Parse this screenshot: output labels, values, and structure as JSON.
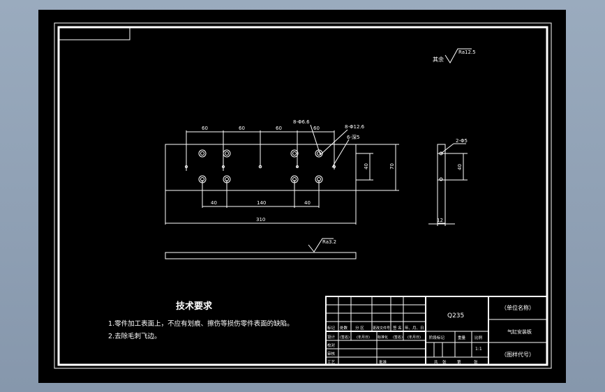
{
  "drawing": {
    "roughness_global": "Ra12.5",
    "roughness_global_prefix": "其余",
    "roughness_surface": "Ra3.2",
    "dims_top": [
      "60",
      "60",
      "60",
      "60"
    ],
    "dims_bottom": [
      "40",
      "140",
      "40"
    ],
    "dim_overall": "310",
    "dim_vertical_inner": "40",
    "dim_vertical_outer": "70",
    "callout_holes_a": "8-Φ6.6",
    "callout_holes_b": "8-Φ12.6",
    "callout_depth": "6-深5",
    "side_callout": "2-Φ5",
    "side_dim_height": "40",
    "side_dim_thickness": "12"
  },
  "notes": {
    "title": "技术要求",
    "items": [
      "1.零件加工表面上，不应有划痕、擦伤等损伤零件表面的缺陷。",
      "2.去除毛刺飞边。"
    ]
  },
  "title_block": {
    "material": "Q235",
    "company": "（单位名称）",
    "part_name": "气缸安装板",
    "drawing_no": "（图样代号）",
    "scale": "1:1",
    "headers": {
      "mark": "标记",
      "count": "处数",
      "zone": "分 区",
      "change_doc": "更改文件号",
      "signature": "签 名",
      "date": "年、月、日",
      "design": "设计",
      "sign1": "(签名)",
      "date1": "(年月日)",
      "standardize": "标准化",
      "sign2": "(签名)",
      "date2": "(年月日)",
      "stage_mark": "阶段标记",
      "weight": "重量",
      "ratio": "比例",
      "check": "校对",
      "review": "审核",
      "craft": "工艺",
      "approve": "批准",
      "sheets_total": "共",
      "sheets": "张",
      "sheet_no": "第",
      "sheet_unit": "张"
    }
  }
}
